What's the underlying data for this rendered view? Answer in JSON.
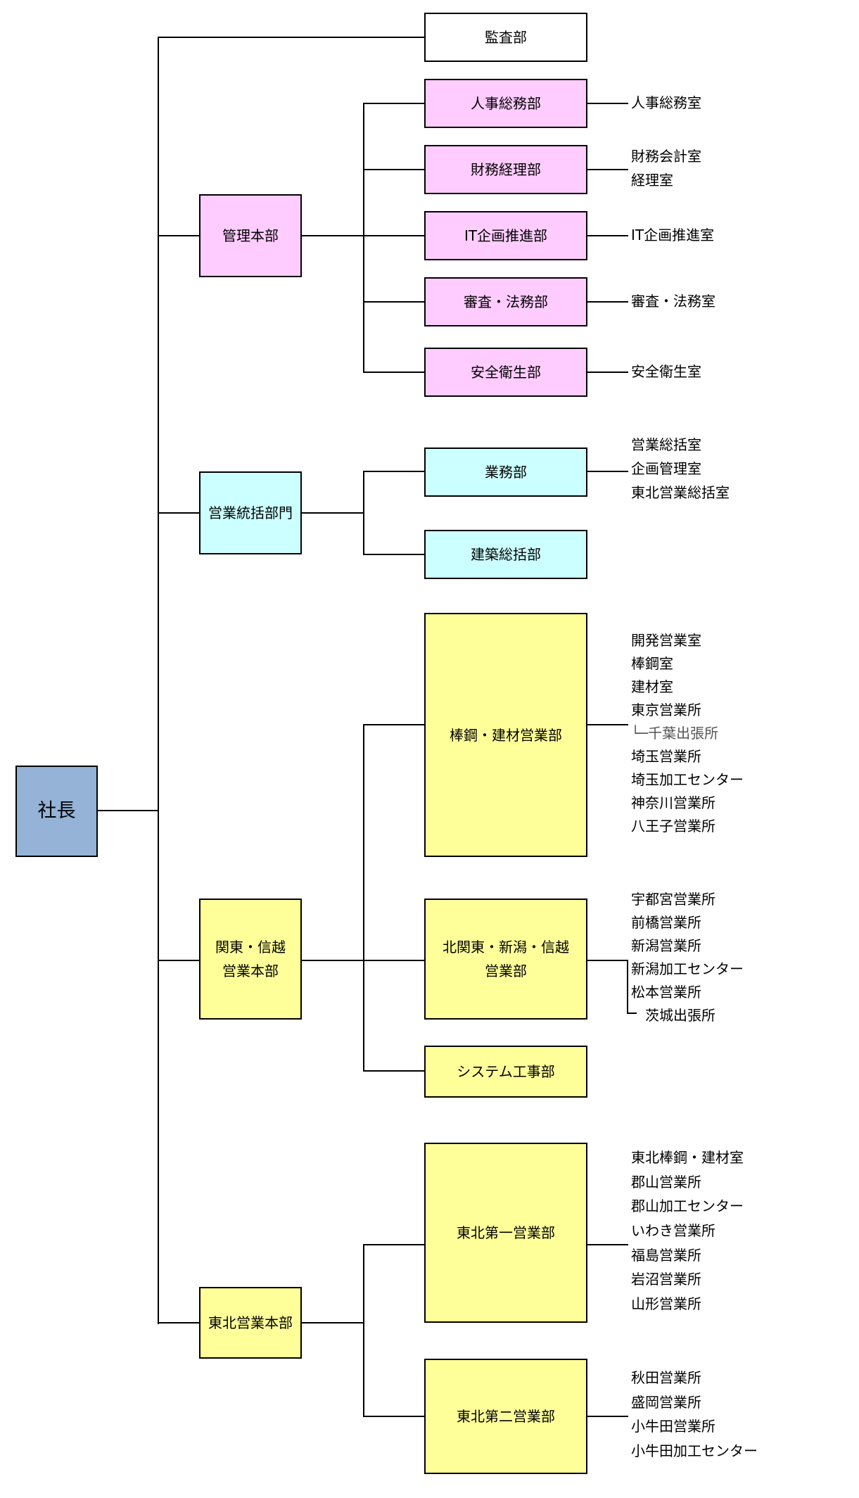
{
  "title": "組織図",
  "colors": {
    "president": "#95B3D7",
    "management": "#FFCCFF",
    "sales_control": "#CCFFFF",
    "regional": "#FFFF99",
    "audit": "#FFFFFF"
  },
  "president": {
    "label": "社長"
  },
  "audit": {
    "label": "監査部"
  },
  "divisions": {
    "kanri": {
      "label": "管理本部",
      "departments": [
        {
          "label": "人事総務部",
          "units": [
            "人事総務室"
          ]
        },
        {
          "label": "財務経理部",
          "units": [
            "財務会計室",
            "経理室"
          ]
        },
        {
          "label": "IT企画推進部",
          "units": [
            "IT企画推進室"
          ]
        },
        {
          "label": "審査・法務部",
          "units": [
            "審査・法務室"
          ]
        },
        {
          "label": "安全衛生部",
          "units": [
            "安全衛生室"
          ]
        }
      ]
    },
    "eigyo_tokatsu": {
      "label": "営業統括部門",
      "departments": [
        {
          "label": "業務部",
          "units": [
            "営業総括室",
            "企画管理室",
            "東北営業総括室"
          ]
        },
        {
          "label": "建築総括部",
          "units": []
        }
      ]
    },
    "kanto": {
      "label_line1": "関東・信越",
      "label_line2": "営業本部",
      "departments": [
        {
          "label": "棒鋼・建材営業部",
          "units": [
            "開発営業室",
            "棒鋼室",
            "建材室",
            "東京営業所",
            "└─千葉出張所",
            "埼玉営業所",
            "埼玉加工センター",
            "神奈川営業所",
            "八王子営業所"
          ]
        },
        {
          "label_line1": "北関東・新潟・信越",
          "label_line2": "営業部",
          "units": [
            "宇都宮営業所",
            "前橋営業所",
            "新潟営業所",
            "新潟加工センター",
            "松本営業所",
            "茨城出張所"
          ]
        },
        {
          "label": "システム工事部",
          "units": []
        }
      ]
    },
    "tohoku": {
      "label": "東北営業本部",
      "departments": [
        {
          "label": "東北第一営業部",
          "units": [
            "東北棒鋼・建材室",
            "郡山営業所",
            "郡山加工センター",
            "いわき営業所",
            "福島営業所",
            "岩沼営業所",
            "山形営業所"
          ]
        },
        {
          "label": "東北第二営業部",
          "units": [
            "秋田営業所",
            "盛岡営業所",
            "小牛田営業所",
            "小牛田加工センター"
          ]
        }
      ]
    }
  }
}
